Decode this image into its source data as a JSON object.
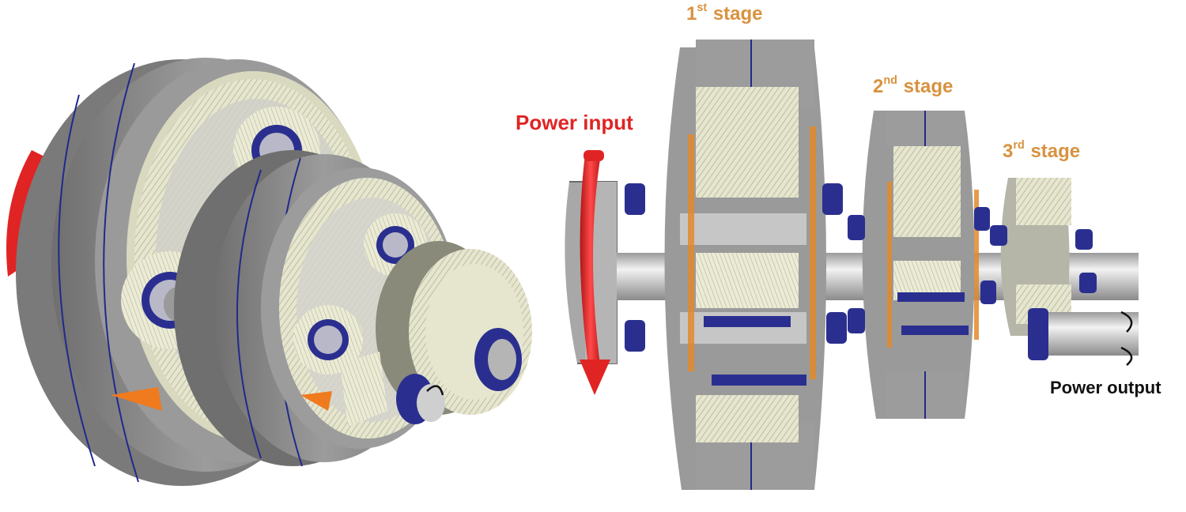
{
  "labels": {
    "power_input": "Power input",
    "power_output": "Power output",
    "stage_1": {
      "ordinal": "1",
      "suffix": "st",
      "word": "stage"
    },
    "stage_2": {
      "ordinal": "2",
      "suffix": "nd",
      "word": "stage"
    },
    "stage_3": {
      "ordinal": "3",
      "suffix": "rd",
      "word": "stage"
    }
  },
  "colors": {
    "housing_gray": "#8e8e8e",
    "housing_dark": "#6d6d6d",
    "gear_cream": "#e6e6cf",
    "bearing_blue": "#2a2f8f",
    "bearing_orange": "#e08a2c",
    "arrow_red": "#e02424",
    "stage_label_orange": "#d8923f",
    "shaft_silver": "#c9c9c9"
  }
}
